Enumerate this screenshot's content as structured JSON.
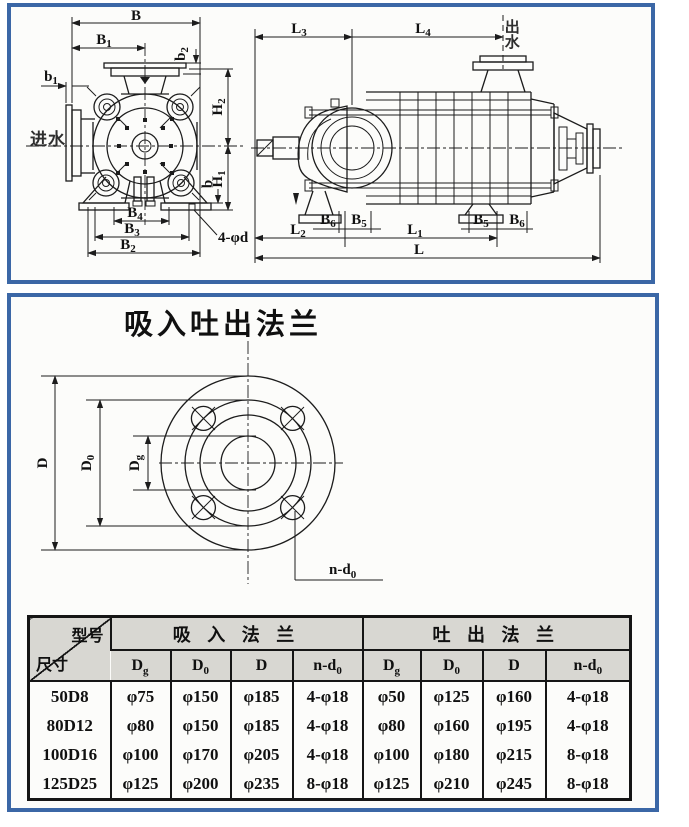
{
  "colors": {
    "panel_border": "#3b67a6",
    "ink": "#1c1c1c",
    "table_header_bg": "#d8d7d2",
    "paper": "#fcfcfa"
  },
  "drawing": {
    "inlet_label": "进水",
    "outlet_label": "出水",
    "dims": {
      "B": {
        "base": "B",
        "sub": ""
      },
      "B1": {
        "base": "B",
        "sub": "1"
      },
      "B2": {
        "base": "B",
        "sub": "2"
      },
      "B3": {
        "base": "B",
        "sub": "3"
      },
      "B4": {
        "base": "B",
        "sub": "4"
      },
      "B5": {
        "base": "B",
        "sub": "5"
      },
      "B6": {
        "base": "B",
        "sub": "6"
      },
      "b": {
        "base": "b",
        "sub": ""
      },
      "b1": {
        "base": "b",
        "sub": "1"
      },
      "b2": {
        "base": "b",
        "sub": "2"
      },
      "H1": {
        "base": "H",
        "sub": "1"
      },
      "H2": {
        "base": "H",
        "sub": "2"
      },
      "L": {
        "base": "L",
        "sub": ""
      },
      "L1": {
        "base": "L",
        "sub": "1"
      },
      "L2": {
        "base": "L",
        "sub": "2"
      },
      "L3": {
        "base": "L",
        "sub": "3"
      },
      "L4": {
        "base": "L",
        "sub": "4"
      },
      "bolt_holes": {
        "base": "4-φd",
        "sub": ""
      }
    }
  },
  "flange": {
    "title": "吸入吐出法兰",
    "dims": {
      "D": {
        "base": "D",
        "sub": ""
      },
      "D0": {
        "base": "D",
        "sub": "0"
      },
      "Dg": {
        "base": "D",
        "sub": "g"
      },
      "nd0": {
        "base": "n-d",
        "sub": "0"
      }
    }
  },
  "table": {
    "corner": {
      "model": "型号",
      "size": "尺寸"
    },
    "suction_group": "吸 入 法 兰",
    "discharge_group": "吐 出 法 兰",
    "sub_headers": [
      {
        "base": "D",
        "sub": "g"
      },
      {
        "base": "D",
        "sub": "0"
      },
      {
        "base": "D",
        "sub": ""
      },
      {
        "base": "n-d",
        "sub": "0"
      },
      {
        "base": "D",
        "sub": "g"
      },
      {
        "base": "D",
        "sub": "0"
      },
      {
        "base": "D",
        "sub": ""
      },
      {
        "base": "n-d",
        "sub": "0"
      }
    ],
    "rows": [
      {
        "model": "50D8",
        "cells": [
          "φ75",
          "φ150",
          "φ185",
          "4-φ18",
          "φ50",
          "φ125",
          "φ160",
          "4-φ18"
        ]
      },
      {
        "model": "80D12",
        "cells": [
          "φ80",
          "φ150",
          "φ185",
          "4-φ18",
          "φ80",
          "φ160",
          "φ195",
          "4-φ18"
        ]
      },
      {
        "model": "100D16",
        "cells": [
          "φ100",
          "φ170",
          "φ205",
          "4-φ18",
          "φ100",
          "φ180",
          "φ215",
          "8-φ18"
        ]
      },
      {
        "model": "125D25",
        "cells": [
          "φ125",
          "φ200",
          "φ235",
          "8-φ18",
          "φ125",
          "φ210",
          "φ245",
          "8-φ18"
        ]
      }
    ]
  }
}
